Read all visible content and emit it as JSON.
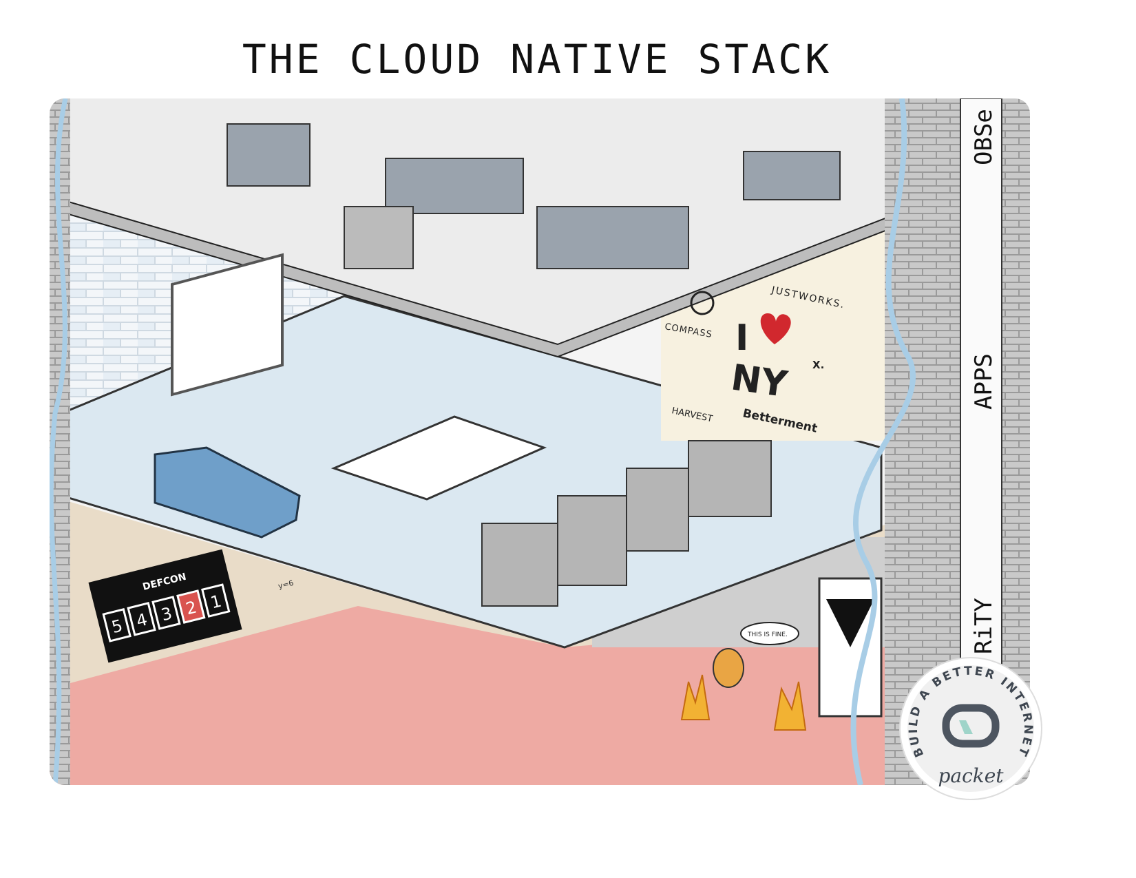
{
  "title": "THE CLOUD NATIVE STACK",
  "side_sign": {
    "top": "OBSe",
    "middle": "APPS",
    "bottom": "RiTY"
  },
  "wall_logos": {
    "justworks": "JUSTWORKS.",
    "i_letter": "I",
    "ny": "NY",
    "compass": "COMPASS",
    "betterment": "Betterment",
    "harvest": "HARVEST",
    "x_logo": "X."
  },
  "defcon": {
    "label": "DEFCON",
    "levels": [
      "5",
      "4",
      "3",
      "2",
      "1"
    ],
    "active": "2"
  },
  "whiteboard_note": "y=6",
  "speech_bubble": "THIS IS FINE.",
  "badge": {
    "ring_text": "BUILD A BETTER INTERNET",
    "brand": "packet"
  },
  "colors": {
    "top_floor": "#ececec",
    "middle_floor": "#dbe8f1",
    "bottom_floor": "#eeaaa3",
    "brick": "#8d8d8d",
    "pipe": "#a8cde6",
    "heart": "#d1282e",
    "wall": "#f7f1e0"
  }
}
